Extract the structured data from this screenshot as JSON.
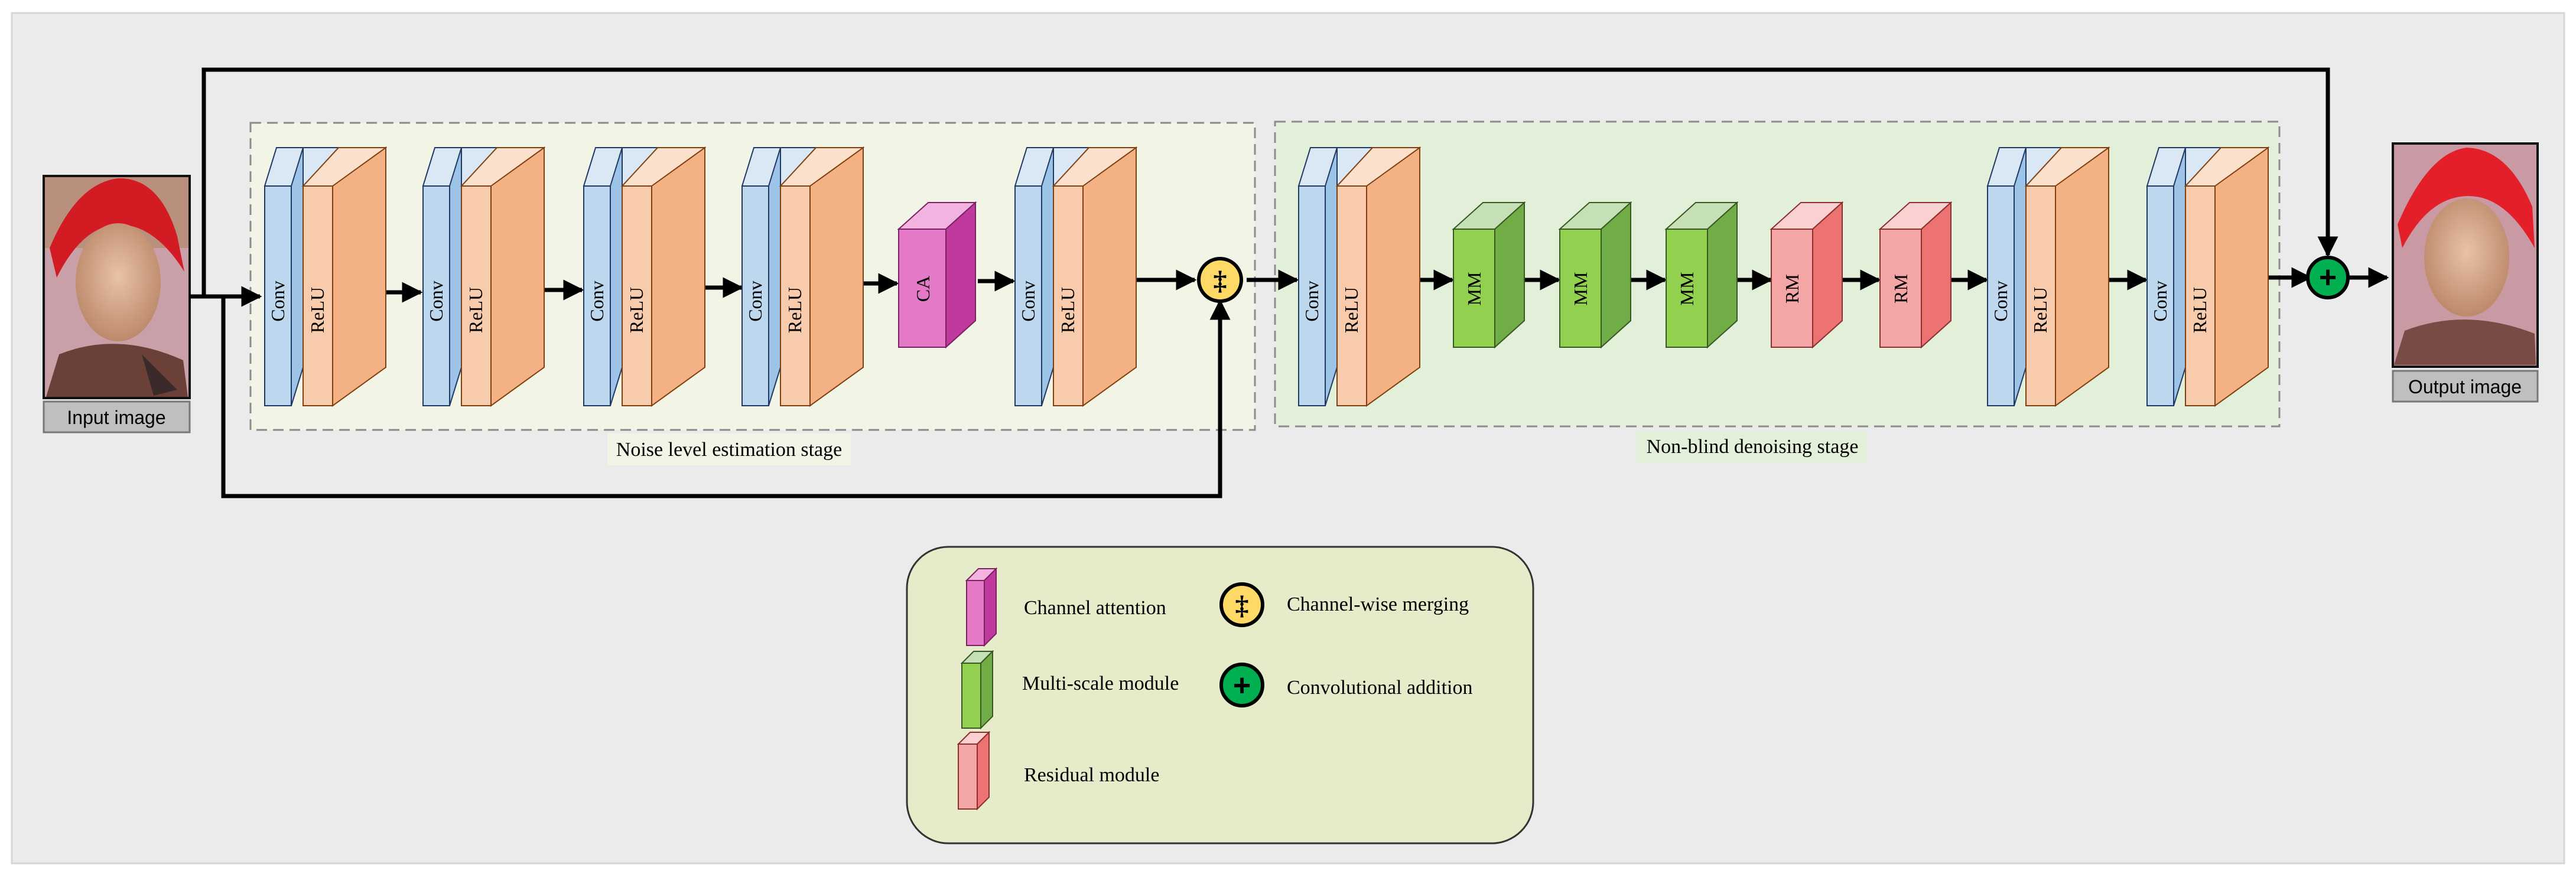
{
  "stages": {
    "noise": {
      "caption": "Noise level estimation stage"
    },
    "denoise": {
      "caption": "Non-blind denoising stage"
    }
  },
  "io": {
    "input_label": "Input image",
    "output_label": "Output image"
  },
  "blocks": {
    "conv": "Conv",
    "relu": "ReLU",
    "ca": "CA",
    "mm": "MM",
    "rm": "RM"
  },
  "legend": {
    "channel_attention": "Channel attention",
    "multi_scale": "Multi-scale module",
    "residual": "Residual module",
    "merging": "Channel-wise merging",
    "addition": "Convolutional addition"
  },
  "symbols": {
    "merge": "‡",
    "add": "+"
  },
  "colors": {
    "background": "#ebebeb",
    "noise_stage_fill": "#f2f5e6",
    "denoise_stage_fill": "#e2efd9",
    "legend_fill": "#e6ecc9",
    "conv_face": "#bdd7ee",
    "relu_face": "#f8cbad",
    "relu_side": "#f4b183",
    "ca": "#e479c8",
    "mm": "#92d050",
    "rm": "#f4a6a6",
    "merge_symbol": "#ffd966",
    "add_symbol": "#00b050"
  }
}
